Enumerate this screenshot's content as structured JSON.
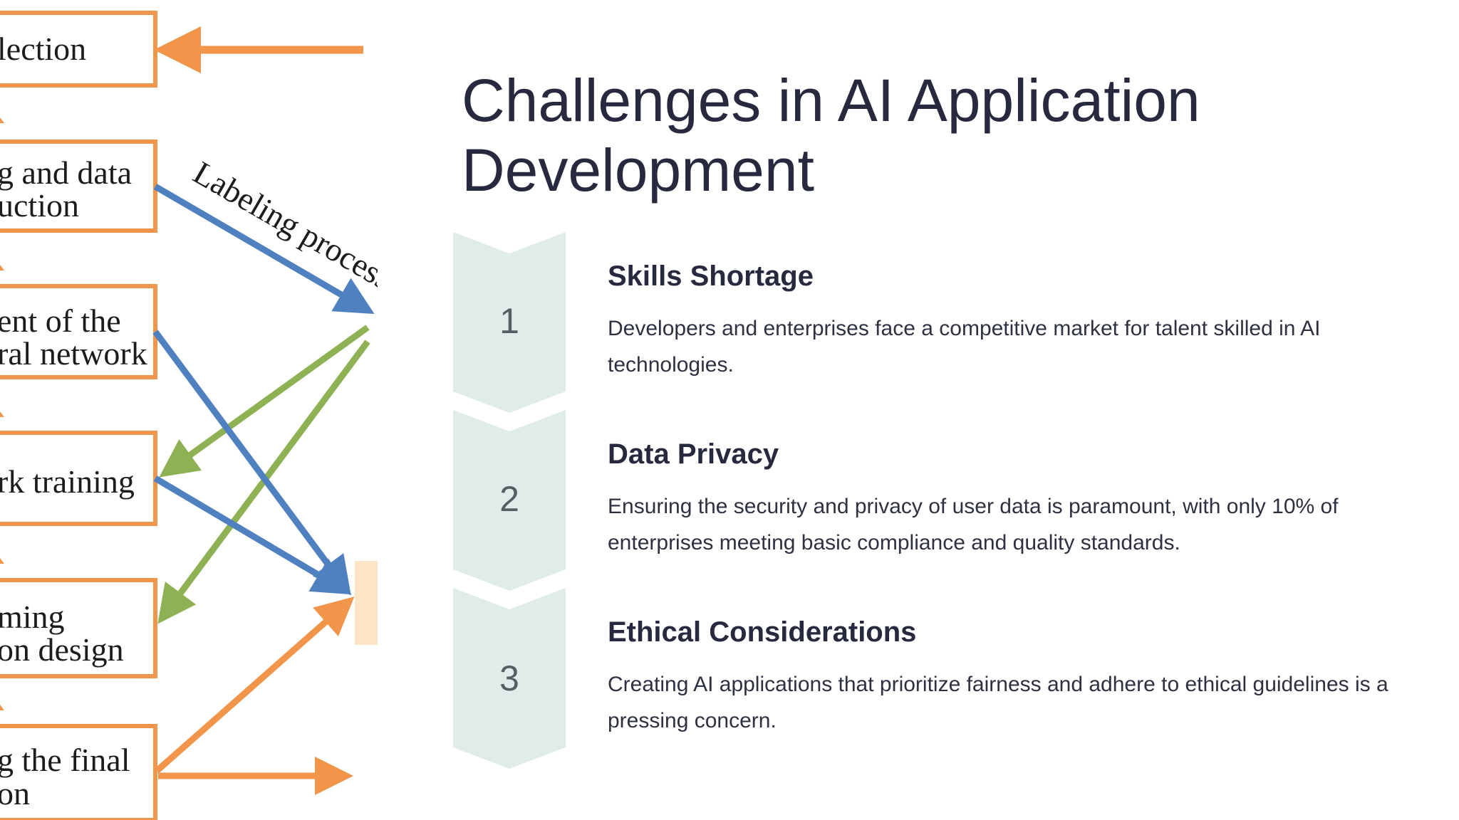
{
  "slide": {
    "title": "Challenges in AI Application Development",
    "steps": [
      {
        "number": "1",
        "heading": "Skills Shortage",
        "description": "Developers and enterprises face a competitive market for talent skilled in AI technologies."
      },
      {
        "number": "2",
        "heading": "Data Privacy",
        "description": "Ensuring the security and privacy of user data is paramount, with only 10% of enterprises meeting basic compliance and quality standards."
      },
      {
        "number": "3",
        "heading": "Ethical Considerations",
        "description": "Creating AI applications that prioritize fairness and adhere to ethical guidelines is a pressing concern."
      }
    ]
  },
  "figure": {
    "boxes": [
      {
        "lines": [
          "lection"
        ]
      },
      {
        "lines": [
          "g and data",
          "uction"
        ]
      },
      {
        "lines": [
          "ent of the",
          "ral network"
        ]
      },
      {
        "lines": [
          "rk training"
        ]
      },
      {
        "lines": [
          "ming",
          "on design"
        ]
      },
      {
        "lines": [
          "g the final",
          "on"
        ]
      }
    ],
    "arrow_label": "Labeling process",
    "colors": {
      "box_border": "#f0954a",
      "blue_arrow": "#4f80c0",
      "green_arrow": "#8db153",
      "orange_arrow": "#f0954a",
      "node_fill": "#fbe5c4"
    }
  },
  "colors": {
    "title": "#272a3f",
    "chevron_fill": "#e0ece9",
    "number": "#555e63"
  }
}
